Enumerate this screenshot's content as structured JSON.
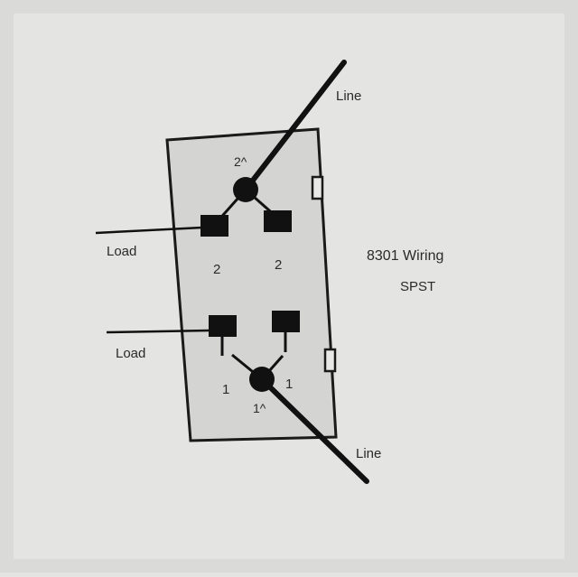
{
  "diagram": {
    "title": "8301 Wiring",
    "subtitle": "SPST",
    "labels": {
      "line_top": "Line",
      "line_bottom": "Line",
      "load_top": "Load",
      "load_bottom": "Load",
      "terminal_2_caret": "2^",
      "terminal_2_left": "2",
      "terminal_2_right": "2",
      "terminal_1_left": "1",
      "terminal_1_right": "1",
      "terminal_1_caret": "1^"
    },
    "colors": {
      "background": "#e4e4e2",
      "device_fill": "#d4d4d2",
      "ink": "#111111"
    }
  }
}
